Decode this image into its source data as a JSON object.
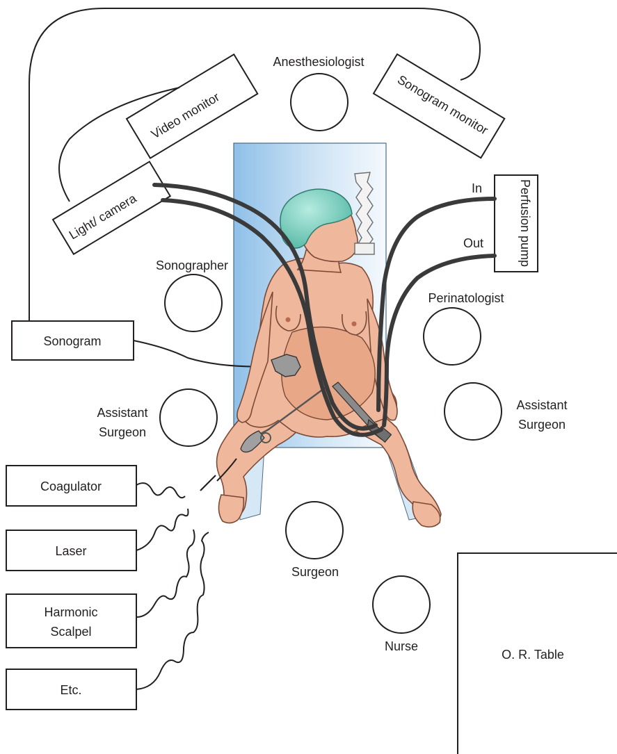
{
  "diagram": {
    "equipment": {
      "video_monitor": "Video monitor",
      "sonogram_monitor": "Sonogram monitor",
      "light_camera": "Light/ camera",
      "perfusion_pump": "Perfusion pump",
      "perfusion_in": "In",
      "perfusion_out": "Out",
      "sonogram": "Sonogram",
      "coagulator": "Coagulator",
      "laser": "Laser",
      "harmonic_line1": "Harmonic",
      "harmonic_line2": "Scalpel",
      "etc": "Etc.",
      "or_table": "O. R. Table"
    },
    "personnel": {
      "anesthesiologist": "Anesthesiologist",
      "sonographer": "Sonographer",
      "perinatologist": "Perinatologist",
      "assistant_left_line1": "Assistant",
      "assistant_left_line2": "Surgeon",
      "assistant_right_line1": "Assistant",
      "assistant_right_line2": "Surgeon",
      "surgeon": "Surgeon",
      "nurse": "Nurse"
    },
    "colors": {
      "line": "#231f20",
      "table_blue": "#a9cfee",
      "skin": "#efb79c",
      "cap": "#7ed0c0"
    }
  }
}
